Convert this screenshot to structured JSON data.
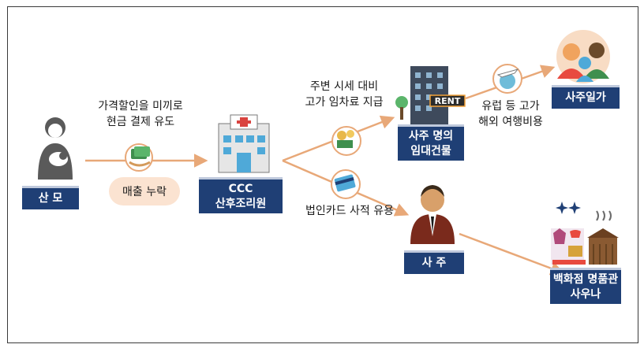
{
  "nodes": {
    "mother": "산 모",
    "center_line1": "CCC",
    "center_line2": "산후조리원",
    "building_line1": "사주 명의",
    "building_line2": "임대건물",
    "family": "사주일가",
    "owner": "사 주",
    "shopping_line1": "백화점 명품관",
    "shopping_line2": "사우나"
  },
  "labels": {
    "discount_line1": "가격할인을 미끼로",
    "discount_line2": "현금 결제 유도",
    "omission": "매출 누락",
    "rent_line1": "주변 시세 대비",
    "rent_line2": "고가 임차료 지급",
    "travel_line1": "유럽 등 고가",
    "travel_line2": "해외 여행비용",
    "card_use": "법인카드 사적 유용"
  },
  "icons": {
    "rent_sign": "RENT"
  },
  "colors": {
    "box": "#1f3f75",
    "arrow": "#e8a878",
    "pill": "#fbe3d1"
  }
}
